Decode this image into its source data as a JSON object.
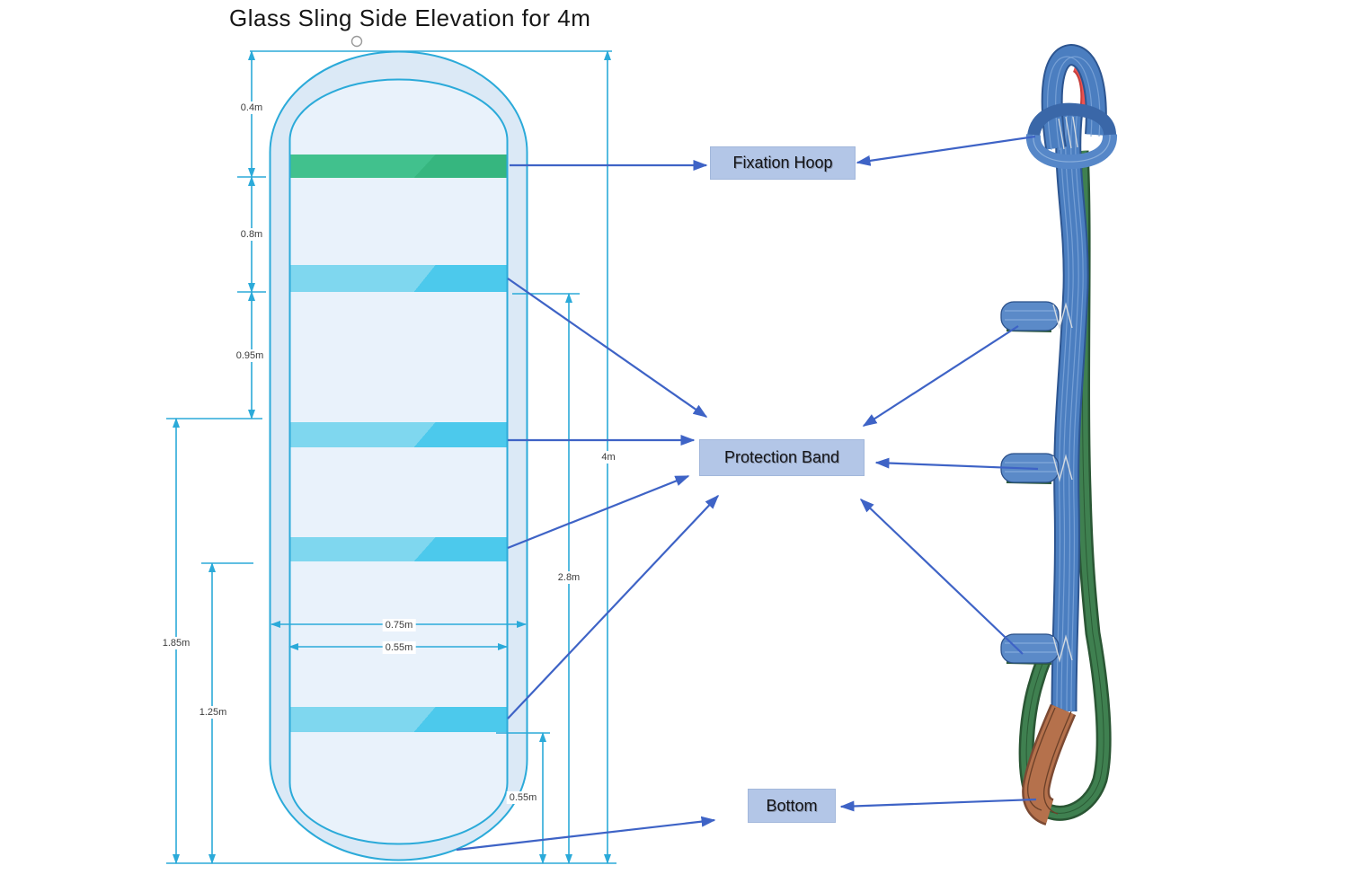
{
  "title": "Glass Sling Side Elevation for 4m",
  "callouts": {
    "fixation_hoop": "Fixation Hoop",
    "protection_band": "Protection Band",
    "bottom": "Bottom"
  },
  "dimensions": {
    "top_to_hoop": "0.4m",
    "hoop_to_band2": "0.8m",
    "band2_to_band3": "0.95m",
    "band3_to_base": "1.85m",
    "band4_to_base": "1.25m",
    "outer_width": "0.75m",
    "inner_width": "0.55m",
    "band2_to_base": "2.8m",
    "total_height": "4m",
    "band5_to_base": "0.55m"
  },
  "colors": {
    "dimension_line": "#2BAAD9",
    "callout_arrow": "#3E63C6",
    "callout_box_bg": "#B3C6E7",
    "glass_fill_outer": "#DBE9F6",
    "glass_fill_inner": "#E9F2FB",
    "fixation_band_green_light": "#41C18D",
    "fixation_band_green_dark": "#36B67F",
    "protection_band_cyan_light": "#7FD7EF",
    "protection_band_cyan_dark": "#4CC9EC",
    "sling_blue": "#4B7EC0",
    "sling_green": "#3C7A4A",
    "sling_red": "#EF5350",
    "sling_leather": "#B5714C"
  }
}
